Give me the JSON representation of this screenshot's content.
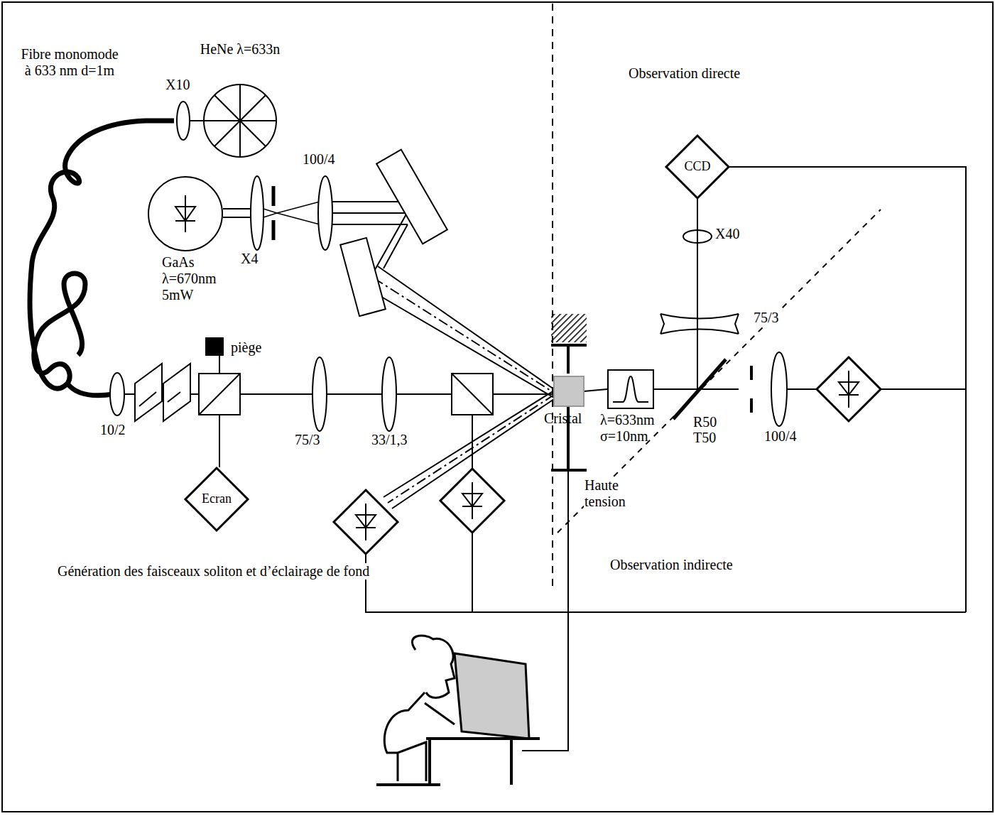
{
  "diagram": {
    "nodes": [
      {
        "text": [
          "HeNe λ=633n"
        ]
      },
      {
        "text": [
          "GaAs λ=670nm 5mW"
        ]
      },
      {
        "text": [
          "Ecran"
        ]
      },
      {
        "text": [
          "Cristal"
        ]
      },
      {
        "text": [
          "λ=633nm σ=10nm"
        ]
      },
      {
        "text": [
          "CCD"
        ]
      }
    ],
    "edges": [
      {
        "from": 3,
        "to": 4,
        "arrow": "none"
      },
      {
        "from": 4,
        "to": 5,
        "arrow": "none"
      }
    ],
    "labels": [
      "Fibre monomode à 633 nm d=1m",
      "X10",
      "100/4",
      "X4",
      "piège",
      "10/2",
      "75/3",
      "33/1,3",
      "Haute tension",
      "Observation directe",
      "X40",
      "75/3",
      "R50",
      "T50",
      "100/4",
      "Observation indirecte",
      "Génération des faisceaux soliton et d’éclairage de fond"
    ]
  }
}
